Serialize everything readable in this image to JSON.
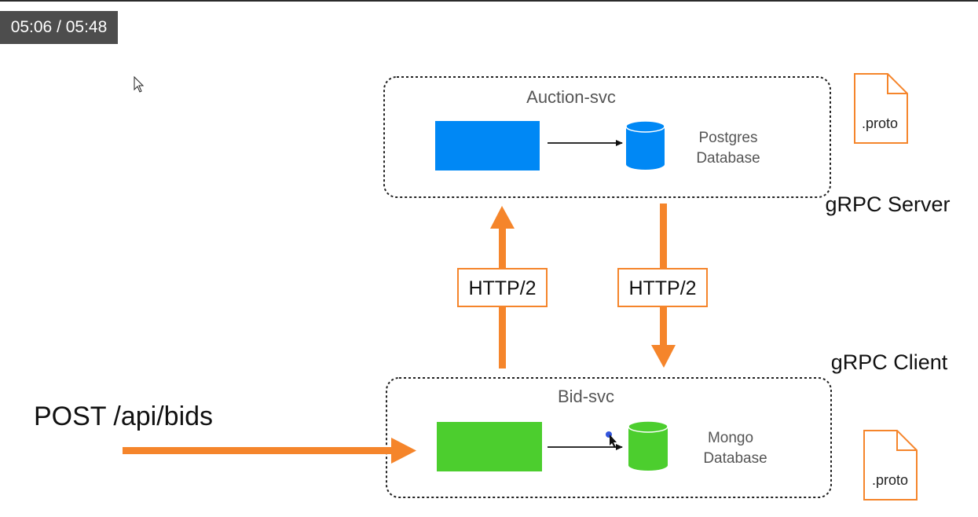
{
  "player": {
    "timecode": "05:06 / 05:48"
  },
  "diagram": {
    "auction": {
      "title": "Auction-svc",
      "db_line1": "Postgres",
      "db_line2": "Database",
      "proto": ".proto",
      "role": "gRPC Server"
    },
    "bid": {
      "title": "Bid-svc",
      "db_line1": "Mongo",
      "db_line2": "Database",
      "proto": ".proto",
      "role": "gRPC Client"
    },
    "transport_up": "HTTP/2",
    "transport_down": "HTTP/2",
    "request": "POST /api/bids"
  },
  "colors": {
    "orange": "#f5852b",
    "blue": "#0088f5",
    "green": "#4cce2e",
    "dark": "#222222"
  }
}
